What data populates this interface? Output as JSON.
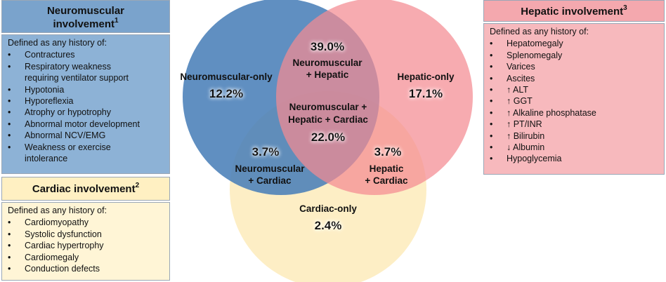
{
  "neuromuscular": {
    "title_line1": "Neuromuscular",
    "title_line2": "involvement",
    "footnote": "1",
    "intro": "Defined as any history of:",
    "items": [
      "Contractures",
      "Respiratory weakness",
      "requiring ventilator support",
      "Hypotonia",
      "Hyporeflexia",
      "Atrophy or hypotrophy",
      "Abnormal motor development",
      "Abnormal NCV/EMG",
      "Weakness or exercise",
      "intolerance"
    ]
  },
  "cardiac": {
    "title": "Cardiac involvement",
    "footnote": "2",
    "intro": "Defined as any history of:",
    "items": [
      "Cardiomyopathy",
      "Systolic dysfunction",
      "Cardiac hypertrophy",
      "Cardiomegaly",
      "Conduction defects"
    ]
  },
  "hepatic": {
    "title": "Hepatic involvement",
    "footnote": "3",
    "intro": "Defined as any history of:",
    "items": [
      "Hepatomegaly",
      "Splenomegaly",
      "Varices",
      "Ascites",
      "↑ ALT",
      "↑ GGT",
      "↑ Alkaline phosphatase",
      "↑ PT/INR",
      "↑ Bilirubin",
      "↓ Albumin",
      "Hypoglycemia"
    ]
  },
  "venn": {
    "colors": {
      "neuromuscular": "#4a7fb8",
      "hepatic": "#f48a92",
      "cardiac": "#fde9b5"
    },
    "regions": {
      "nm_only": {
        "label1": "Neuromuscular-only",
        "value": "12.2%"
      },
      "hep_only": {
        "label1": "Hepatic-only",
        "value": "17.1%"
      },
      "car_only": {
        "label1": "Cardiac-only",
        "value": "2.4%"
      },
      "nm_hep": {
        "value": "39.0%",
        "label1": "Neuromuscular",
        "label2": "+ Hepatic"
      },
      "nm_car": {
        "value": "3.7%",
        "label1": "Neuromuscular",
        "label2": "+ Cardiac"
      },
      "hep_car": {
        "value": "3.7%",
        "label1": "Hepatic",
        "label2": "+ Cardiac"
      },
      "all": {
        "label1": "Neuromuscular +",
        "label2": "Hepatic + Cardiac",
        "value": "22.0%"
      }
    }
  }
}
